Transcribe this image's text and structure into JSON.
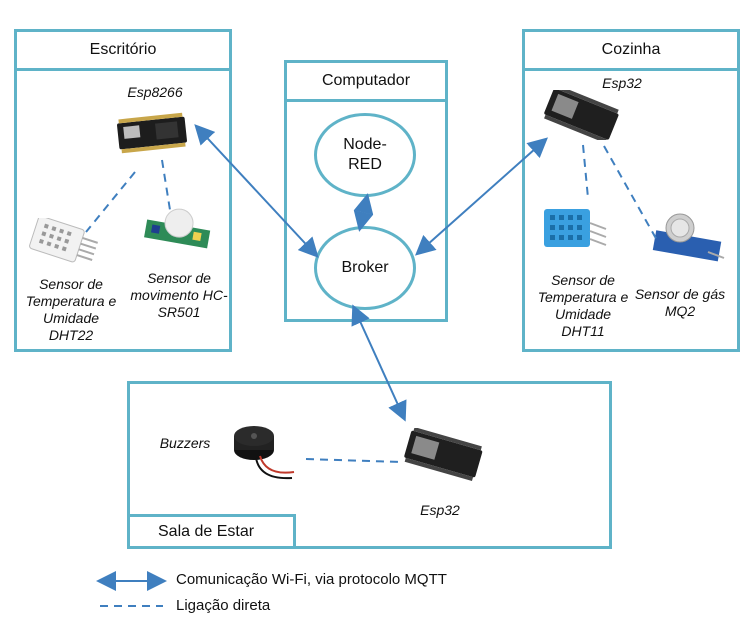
{
  "rooms": {
    "escritorio": {
      "title": "Escritório",
      "board": "Esp8266",
      "sensor1": [
        "Sensor de",
        "Temperatura e",
        "Umidade",
        "DHT22"
      ],
      "sensor2": [
        "Sensor de",
        "movimento HC-",
        "SR501"
      ]
    },
    "computador": {
      "title": "Computador",
      "node_red": [
        "Node-",
        "RED"
      ],
      "broker": "Broker"
    },
    "cozinha": {
      "title": "Cozinha",
      "board": "Esp32",
      "sensor1": [
        "Sensor de",
        "Temperatura e",
        "Umidade",
        "DHT11"
      ],
      "sensor2": [
        "Sensor de gás",
        "MQ2"
      ]
    },
    "sala": {
      "title": "Sala de Estar",
      "actuator": "Buzzers",
      "board": "Esp32"
    }
  },
  "legend": {
    "wifi": "Comunicação Wi-Fi, via protocolo MQTT",
    "direct": "Ligação direta"
  },
  "colors": {
    "border": "#5fb3c8",
    "arrow": "#3f7fbf",
    "dashed": "#3f7fbf"
  }
}
